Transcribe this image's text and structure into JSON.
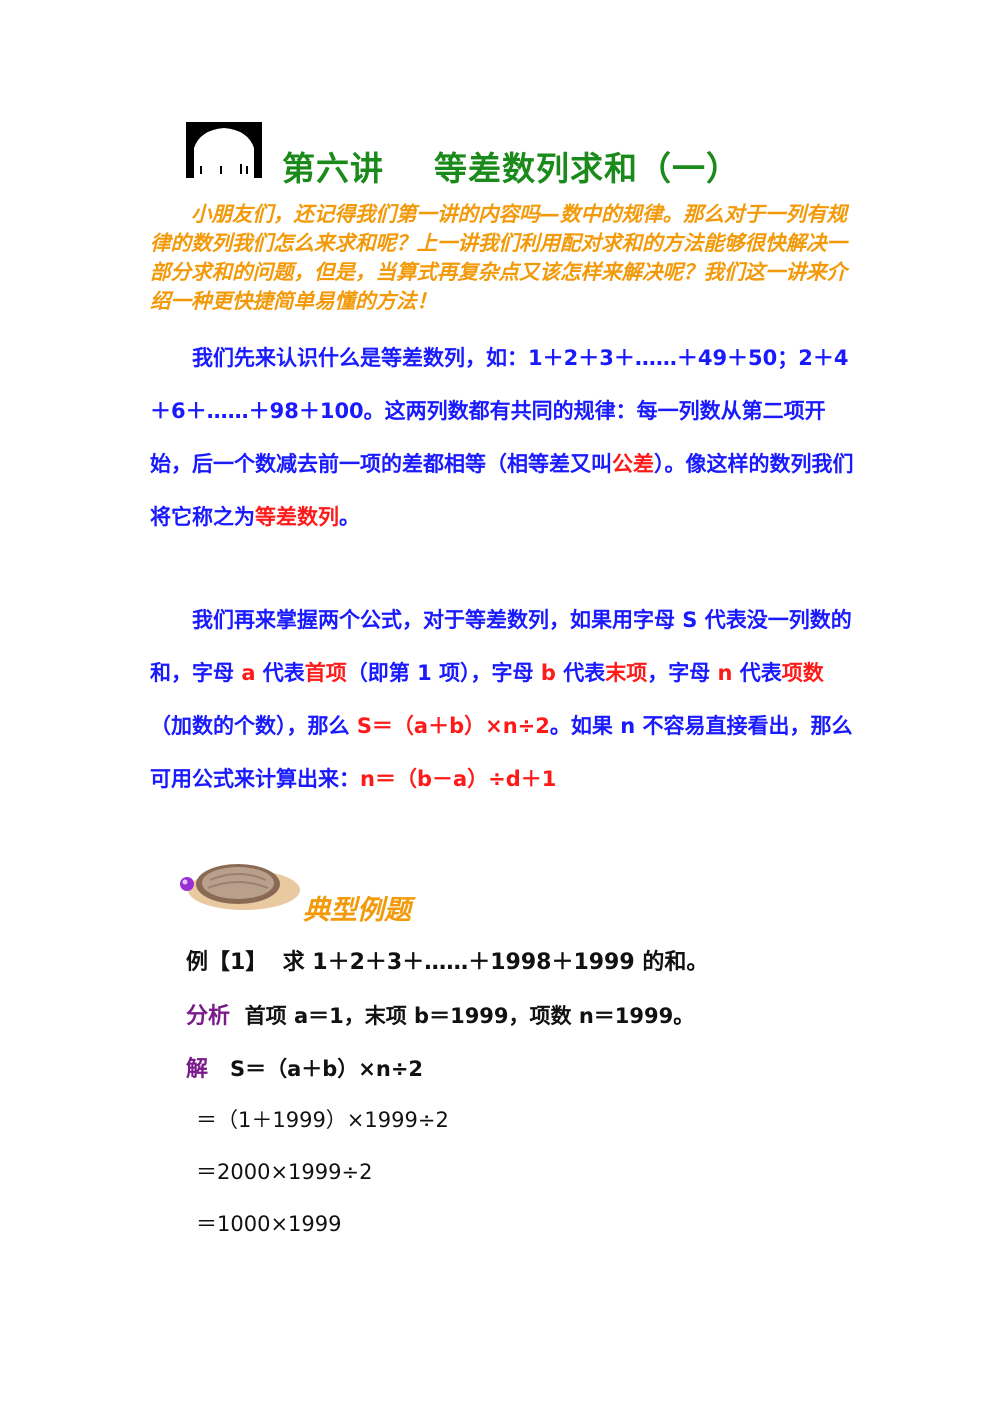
{
  "title": "第六讲    等差数列求和（一）",
  "intro": "　　小朋友们，还记得我们第一讲的内容吗—数中的规律。那么对于一列有规律的数列我们怎么来求和呢？上一讲我们利用配对求和的方法能够很快解决一部分求和的问题，但是，当算式再复杂点又该怎样来解决呢？我们这一讲来介绍一种更快捷简单易懂的方法！",
  "para1": {
    "t1": "　　我们先来认识什么是等差数列，如：1＋2＋3＋……＋49＋50；2＋4＋6＋……＋98＋100。这两列数都有共同的规律：每一列数从第二项开始，后一个数减去前一项的差都相等（相等差又叫",
    "t2": "公差",
    "t3": "）。像这样的数列我们将它称之为",
    "t4": "等差数列",
    "t5": "。"
  },
  "para2": {
    "t1": "　　我们再来掌握两个公式，对于等差数列，如果用字母 S 代表没一列数的和，字母 ",
    "t2": "a",
    "t3": " 代表",
    "t4": "首项",
    "t5": "（即第 1 项），字母 ",
    "t6": "b",
    "t7": " 代表",
    "t8": "末项",
    "t9": "，字母 ",
    "t10": "n",
    "t11": " 代表",
    "t12": "项数",
    "t13": "（加数的个数），那么 ",
    "t14": "S＝（a＋b）×n÷2",
    "t15": "。如果 n 不容易直接看出，那么可用公式来计算出来：",
    "t16": "n＝（b－a）÷d＋1"
  },
  "section_title": "典型例题",
  "example": {
    "label": "例【1】",
    "question": "  求 1＋2＋3＋……＋1998＋1999 的和。",
    "analysis_label": "分析",
    "analysis": "首项 a＝1，末项 b＝1999，项数 n＝1999。",
    "solution_label": "解",
    "solution": "S＝（a＋b）×n÷2",
    "steps": [
      "＝（1＋1999）×1999÷2",
      "＝2000×1999÷2",
      "＝1000×1999"
    ]
  },
  "colors": {
    "title": "#1a8a1a",
    "intro": "#f39a0b",
    "body": "#1a1aff",
    "highlight": "#ff1a1a",
    "label": "#7a1a8a"
  }
}
